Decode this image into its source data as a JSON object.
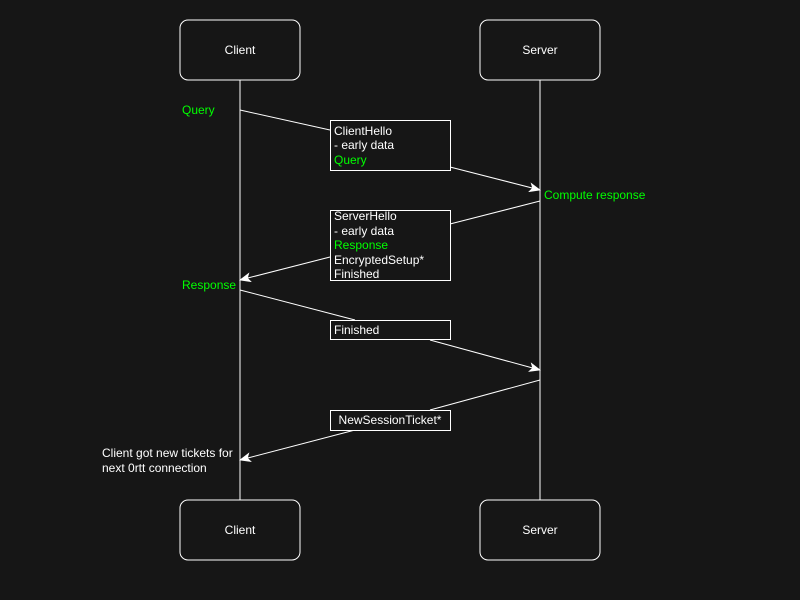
{
  "colors": {
    "background": "#161616",
    "line": "#ffffff",
    "text": "#ffffff",
    "highlight": "#00ff00"
  },
  "participants": {
    "client": {
      "top_label": "Client",
      "bottom_label": "Client"
    },
    "server": {
      "top_label": "Server",
      "bottom_label": "Server"
    }
  },
  "client_notes": {
    "query": "Query",
    "response": "Response",
    "tickets_line1": "Client got new tickets for",
    "tickets_line2": "next 0rtt connection"
  },
  "server_notes": {
    "compute": "Compute response"
  },
  "messages": {
    "client_hello": [
      {
        "text": "ClientHello",
        "highlight": false
      },
      {
        "text": "- early data",
        "highlight": false
      },
      {
        "text": "Query",
        "highlight": true
      }
    ],
    "server_hello": [
      {
        "text": "ServerHello",
        "highlight": false
      },
      {
        "text": "- early data",
        "highlight": false
      },
      {
        "text": "Response",
        "highlight": true
      },
      {
        "text": "EncryptedSetup*",
        "highlight": false
      },
      {
        "text": "Finished",
        "highlight": false
      }
    ],
    "finished": [
      {
        "text": "Finished",
        "highlight": false
      }
    ],
    "new_session_ticket": [
      {
        "text": "NewSessionTicket*",
        "highlight": false
      }
    ]
  }
}
